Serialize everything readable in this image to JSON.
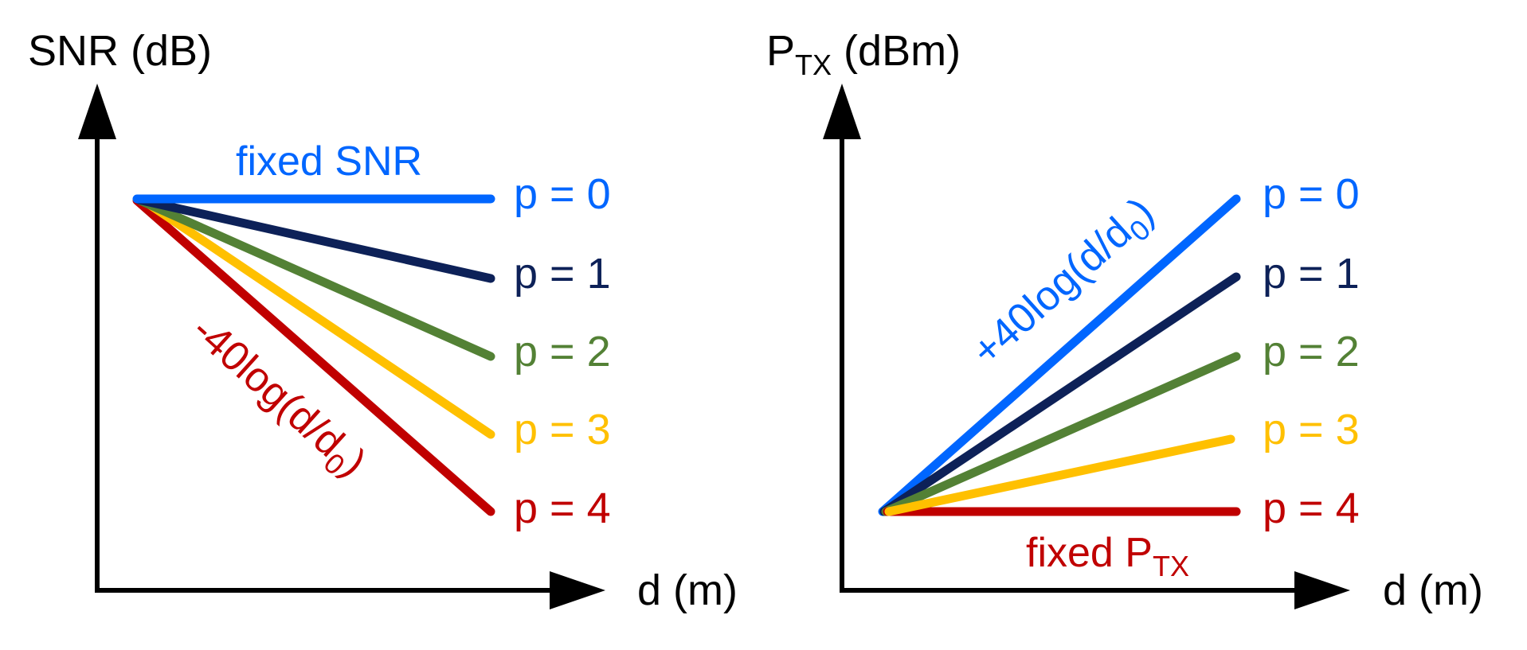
{
  "colors": {
    "axis": "#000000",
    "p0": "#0066ff",
    "p1": "#0d2158",
    "p2": "#538135",
    "p3": "#ffc000",
    "p4": "#c00000"
  },
  "left_panel": {
    "y_axis_title": "SNR (dB)",
    "x_axis_title": "d (m)",
    "top_annotation": "fixed SNR",
    "slope_annotation_main": "-40log(d/d",
    "slope_annotation_sub": "0",
    "slope_annotation_end": ")",
    "series": [
      {
        "label": "p = 0",
        "color_key": "p0"
      },
      {
        "label": "p = 1",
        "color_key": "p1"
      },
      {
        "label": "p = 2",
        "color_key": "p2"
      },
      {
        "label": "p = 3",
        "color_key": "p3"
      },
      {
        "label": "p = 4",
        "color_key": "p4"
      }
    ]
  },
  "right_panel": {
    "y_axis_title_main": "P",
    "y_axis_title_sub": "TX",
    "y_axis_title_end": " (dBm)",
    "x_axis_title": "d (m)",
    "bottom_annotation_main": "fixed P",
    "bottom_annotation_sub": "TX",
    "slope_annotation_main": "+40log(d/d",
    "slope_annotation_sub": "0",
    "slope_annotation_end": ")",
    "series": [
      {
        "label": "p = 0",
        "color_key": "p0"
      },
      {
        "label": "p = 1",
        "color_key": "p1"
      },
      {
        "label": "p = 2",
        "color_key": "p2"
      },
      {
        "label": "p = 3",
        "color_key": "p3"
      },
      {
        "label": "p = 4",
        "color_key": "p4"
      }
    ]
  }
}
